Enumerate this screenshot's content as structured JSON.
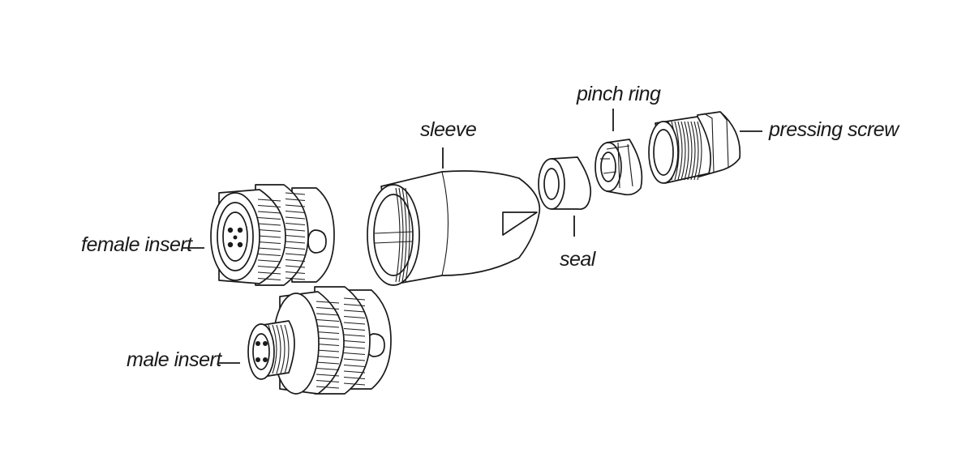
{
  "labels": {
    "female_insert": "female insert",
    "male_insert": "male insert",
    "sleeve": "sleeve",
    "seal": "seal",
    "pinch_ring": "pinch ring",
    "pressing_screw": "pressing screw"
  },
  "colors": {
    "line": "#1a1a1a",
    "background": "#ffffff"
  }
}
